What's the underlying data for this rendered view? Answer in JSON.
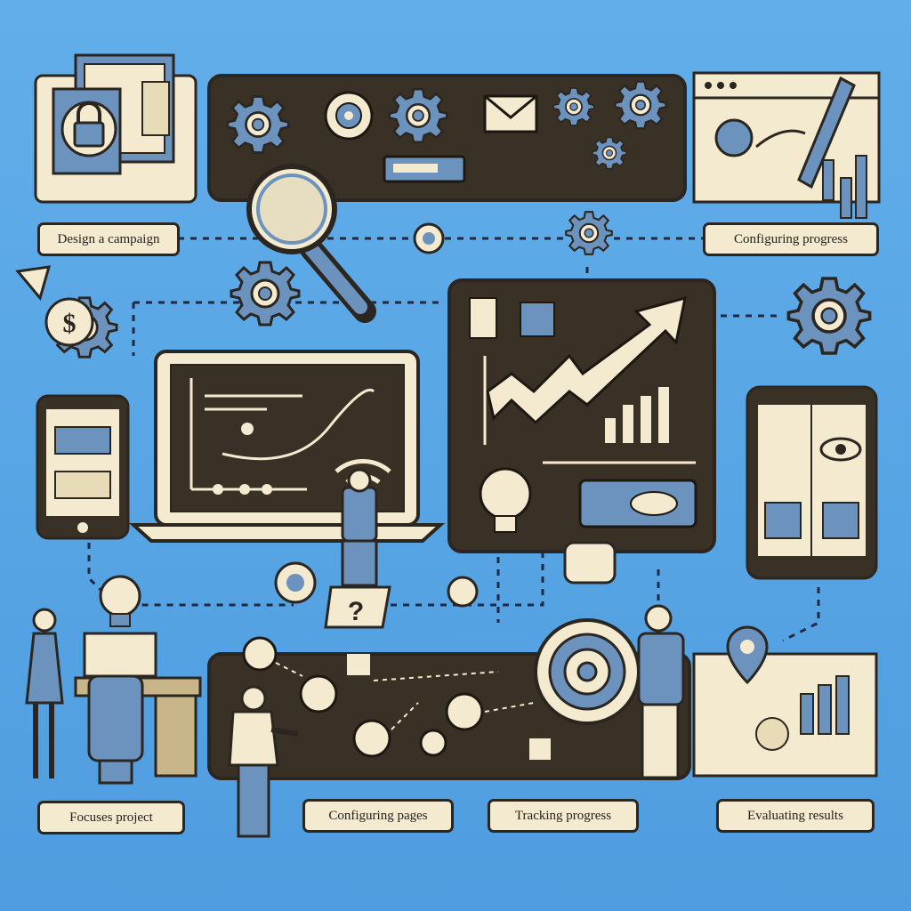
{
  "labels": {
    "design_campaign": "Design a campaign",
    "configuring_progress_top": "Configuring progress",
    "focuses_project": "Focuses project",
    "configuring_pages": "Configuring pages",
    "tracking_progress": "Tracking progress",
    "evaluating_results": "Evaluating results"
  },
  "glyphs": {
    "dollar": "$",
    "question": "?"
  },
  "colors": {
    "background": "#5aa6e6",
    "panel_dark": "#3a3126",
    "panel_light": "#f3ead0",
    "accent_blue": "#6c93bd",
    "outline": "#2b2620"
  }
}
